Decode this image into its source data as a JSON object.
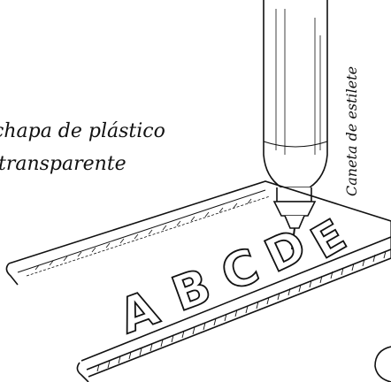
{
  "labels": {
    "plastic_sheet_line1": "chapa de plástico",
    "plastic_sheet_line2": "transparente",
    "pen": "Caneta de estilete"
  },
  "stencil_letters": [
    "A",
    "B",
    "C",
    "D",
    "E"
  ],
  "colors": {
    "ink": "#111111",
    "paper": "#ffffff"
  }
}
